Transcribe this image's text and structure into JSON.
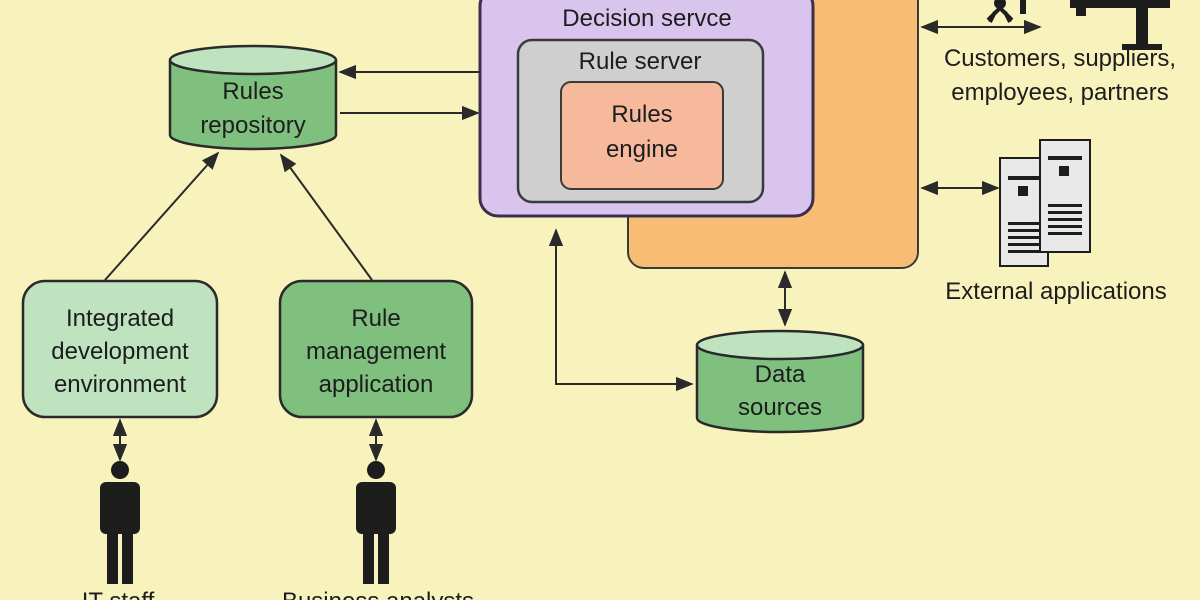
{
  "decision_service": {
    "title": "Decision servce"
  },
  "rule_server": {
    "title": "Rule server"
  },
  "rules_engine": {
    "line1": "Rules",
    "line2": "engine"
  },
  "rules_repository": {
    "line1": "Rules",
    "line2": "repository"
  },
  "ide": {
    "line1": "Integrated",
    "line2": "development",
    "line3": "environment"
  },
  "rule_mgmt_app": {
    "line1": "Rule",
    "line2": "management",
    "line3": "application"
  },
  "data_sources": {
    "line1": "Data",
    "line2": "sources"
  },
  "customers": {
    "line1": "Customers, suppliers,",
    "line2": "employees, partners"
  },
  "external_apps": {
    "label": "External applications"
  },
  "it_staff": {
    "label": "IT staff"
  },
  "business_analysts": {
    "label": "Business analysts"
  },
  "colors": {
    "background": "#f8f3bd",
    "decision_service_fill": "#d9c4ee",
    "decision_service_stroke": "#3b2f4d",
    "rule_server_fill": "#cfcfcf",
    "rules_engine_fill": "#f6b99c",
    "orange_panel": "#f7bd74",
    "green_dark": "#7fc07f",
    "green_light": "#bfe3bf",
    "line": "#2a2a2a"
  }
}
